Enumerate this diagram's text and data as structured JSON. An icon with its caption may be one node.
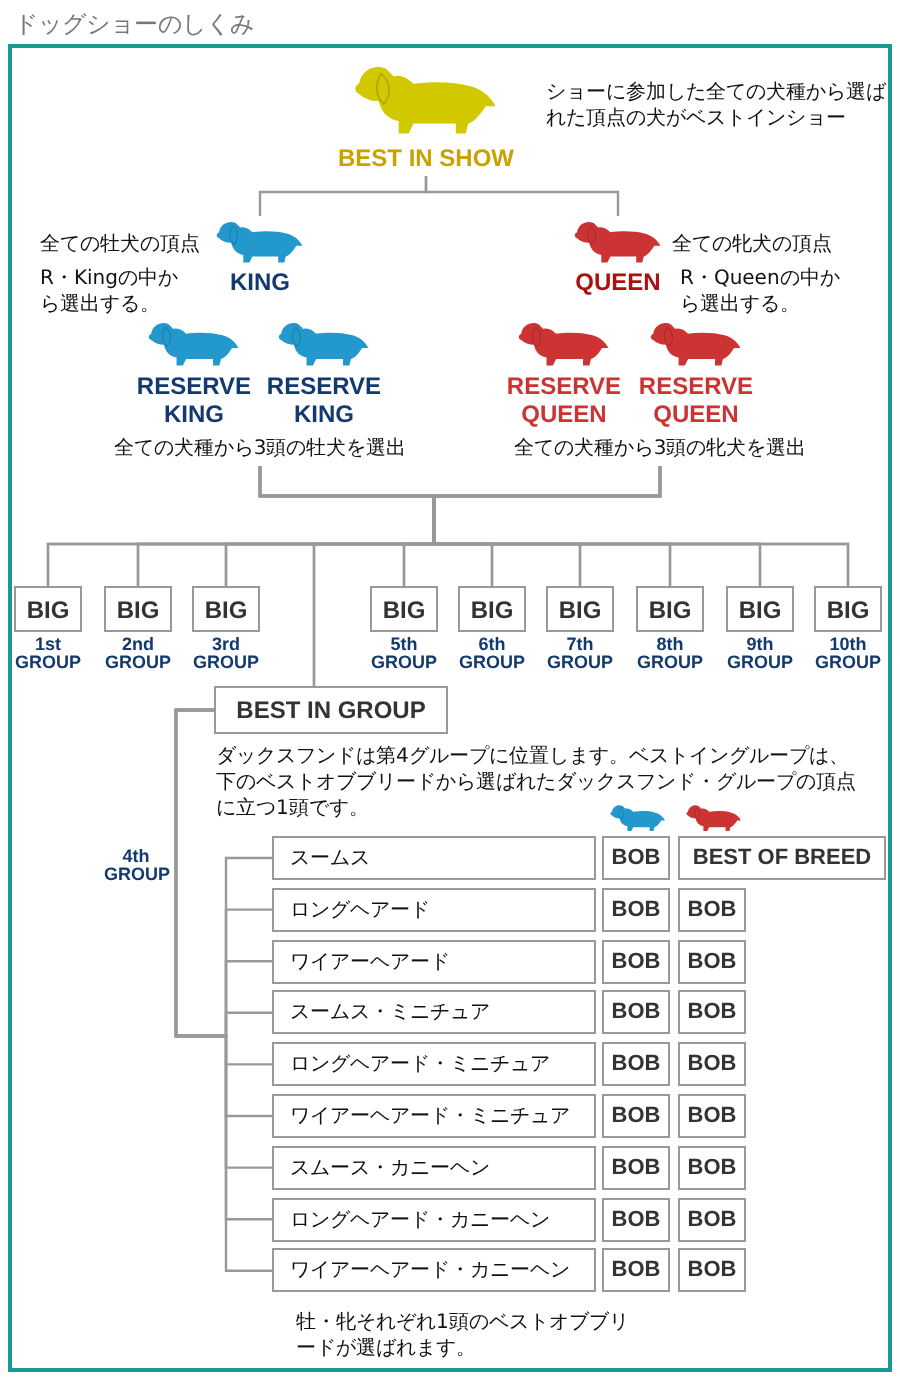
{
  "diagram": {
    "title": "ドッグショーのしくみ",
    "nodes": [
      {
        "text": [
          "BEST IN SHOW"
        ],
        "beside": [
          "ショーに参加した全ての犬種から選ばれた頂点の犬がベストインショー"
        ]
      },
      {
        "text": [
          "KING"
        ],
        "beside": [
          "全ての牡犬の頂点",
          "R・Kingの中から選出する。"
        ]
      },
      {
        "text": [
          "QUEEN"
        ],
        "beside": [
          "全ての牝犬の頂点",
          "R・Queenの中から選出する。"
        ]
      },
      {
        "text": [
          "RESERVE KING"
        ]
      },
      {
        "text": [
          "RESERVE KING"
        ]
      },
      {
        "text": [
          "RESERVE QUEEN"
        ]
      },
      {
        "text": [
          "RESERVE QUEEN"
        ]
      },
      {
        "text": [
          "全ての犬種から3頭の牡犬を選出"
        ]
      },
      {
        "text": [
          "全ての犬種から3頭の牝犬を選出"
        ]
      },
      {
        "text": [
          "BIG"
        ],
        "beside": [
          "1st GROUP"
        ]
      },
      {
        "text": [
          "BIG"
        ],
        "beside": [
          "2nd GROUP"
        ]
      },
      {
        "text": [
          "BIG"
        ],
        "beside": [
          "3rd GROUP"
        ]
      },
      {
        "text": [
          "BIG"
        ],
        "beside": [
          "5th GROUP"
        ]
      },
      {
        "text": [
          "BIG"
        ],
        "beside": [
          "6th GROUP"
        ]
      },
      {
        "text": [
          "BIG"
        ],
        "beside": [
          "7th GROUP"
        ]
      },
      {
        "text": [
          "BIG"
        ],
        "beside": [
          "8th GROUP"
        ]
      },
      {
        "text": [
          "BIG"
        ],
        "beside": [
          "9th GROUP"
        ]
      },
      {
        "text": [
          "BIG"
        ],
        "beside": [
          "10th GROUP"
        ]
      },
      {
        "text": [
          "BEST IN GROUP"
        ],
        "beside": [
          "ダックスフンドは第4グループに位置します。ベストイングループは、下のベストオブブリードから選ばれたダックスフンド・グループの頂点に立つ1頭です。"
        ]
      },
      {
        "text": [
          "スームス"
        ]
      },
      {
        "text": [
          "BOB"
        ]
      },
      {
        "text": [
          "BEST OF BREED"
        ]
      },
      {
        "text": [
          "ロングヘアード"
        ]
      },
      {
        "text": [
          "BOB"
        ]
      },
      {
        "text": [
          "BOB"
        ]
      },
      {
        "text": [
          "ワイアーヘアード"
        ]
      },
      {
        "text": [
          "BOB"
        ]
      },
      {
        "text": [
          "BOB"
        ]
      },
      {
        "text": [
          "スームス・ミニチュア"
        ]
      },
      {
        "text": [
          "BOB"
        ]
      },
      {
        "text": [
          "BOB"
        ]
      },
      {
        "text": [
          "ロングヘアード・ミニチュア"
        ]
      },
      {
        "text": [
          "BOB"
        ]
      },
      {
        "text": [
          "BOB"
        ]
      },
      {
        "text": [
          "ワイアーヘアード・ミニチュア"
        ]
      },
      {
        "text": [
          "BOB"
        ]
      },
      {
        "text": [
          "BOB"
        ]
      },
      {
        "text": [
          "スムース・カニーヘン"
        ]
      },
      {
        "text": [
          "BOB"
        ]
      },
      {
        "text": [
          "BOB"
        ]
      },
      {
        "text": [
          "ロングヘアード・カニーヘン"
        ]
      },
      {
        "text": [
          "BOB"
        ]
      },
      {
        "text": [
          "BOB"
        ]
      },
      {
        "text": [
          "ワイアーヘアード・カニーヘン"
        ]
      },
      {
        "text": [
          "BOB"
        ]
      },
      {
        "text": [
          "BOB"
        ]
      }
    ],
    "edges": [
      {
        "from": 0,
        "to": 1,
        "arrow": "none"
      },
      {
        "from": 0,
        "to": 2,
        "arrow": "none"
      },
      {
        "from": 7,
        "to": 9,
        "arrow": "none"
      },
      {
        "from": 7,
        "to": 10,
        "arrow": "none"
      },
      {
        "from": 7,
        "to": 11,
        "arrow": "none"
      },
      {
        "from": 7,
        "to": 12,
        "arrow": "none"
      },
      {
        "from": 7,
        "to": 13,
        "arrow": "none"
      },
      {
        "from": 7,
        "to": 14,
        "arrow": "none"
      },
      {
        "from": 7,
        "to": 15,
        "arrow": "none"
      },
      {
        "from": 7,
        "to": 16,
        "arrow": "none"
      },
      {
        "from": 7,
        "to": 17,
        "arrow": "none"
      },
      {
        "from": 7,
        "to": 18,
        "arrow": "none"
      },
      {
        "from": 8,
        "to": 9,
        "arrow": "none"
      },
      {
        "from": 8,
        "to": 10,
        "arrow": "none"
      },
      {
        "from": 8,
        "to": 11,
        "arrow": "none"
      },
      {
        "from": 8,
        "to": 12,
        "arrow": "none"
      },
      {
        "from": 8,
        "to": 13,
        "arrow": "none"
      },
      {
        "from": 8,
        "to": 14,
        "arrow": "none"
      },
      {
        "from": 8,
        "to": 15,
        "arrow": "none"
      },
      {
        "from": 8,
        "to": 16,
        "arrow": "none"
      },
      {
        "from": 8,
        "to": 17,
        "arrow": "none"
      },
      {
        "from": 8,
        "to": 18,
        "arrow": "none"
      },
      {
        "from": 19,
        "to": 18,
        "arrow": "none"
      },
      {
        "from": 22,
        "to": 18,
        "arrow": "none"
      },
      {
        "from": 25,
        "to": 18,
        "arrow": "none"
      },
      {
        "from": 28,
        "to": 18,
        "arrow": "none"
      },
      {
        "from": 31,
        "to": 18,
        "arrow": "none"
      },
      {
        "from": 34,
        "to": 18,
        "arrow": "none"
      },
      {
        "from": 37,
        "to": 18,
        "arrow": "none"
      },
      {
        "from": 40,
        "to": 18,
        "arrow": "none"
      },
      {
        "from": 43,
        "to": 18,
        "arrow": "none"
      }
    ],
    "labels": [
      "4th GROUP",
      "牡・牝それぞれ1頭のベストオブブリードが選ばれます。"
    ]
  }
}
